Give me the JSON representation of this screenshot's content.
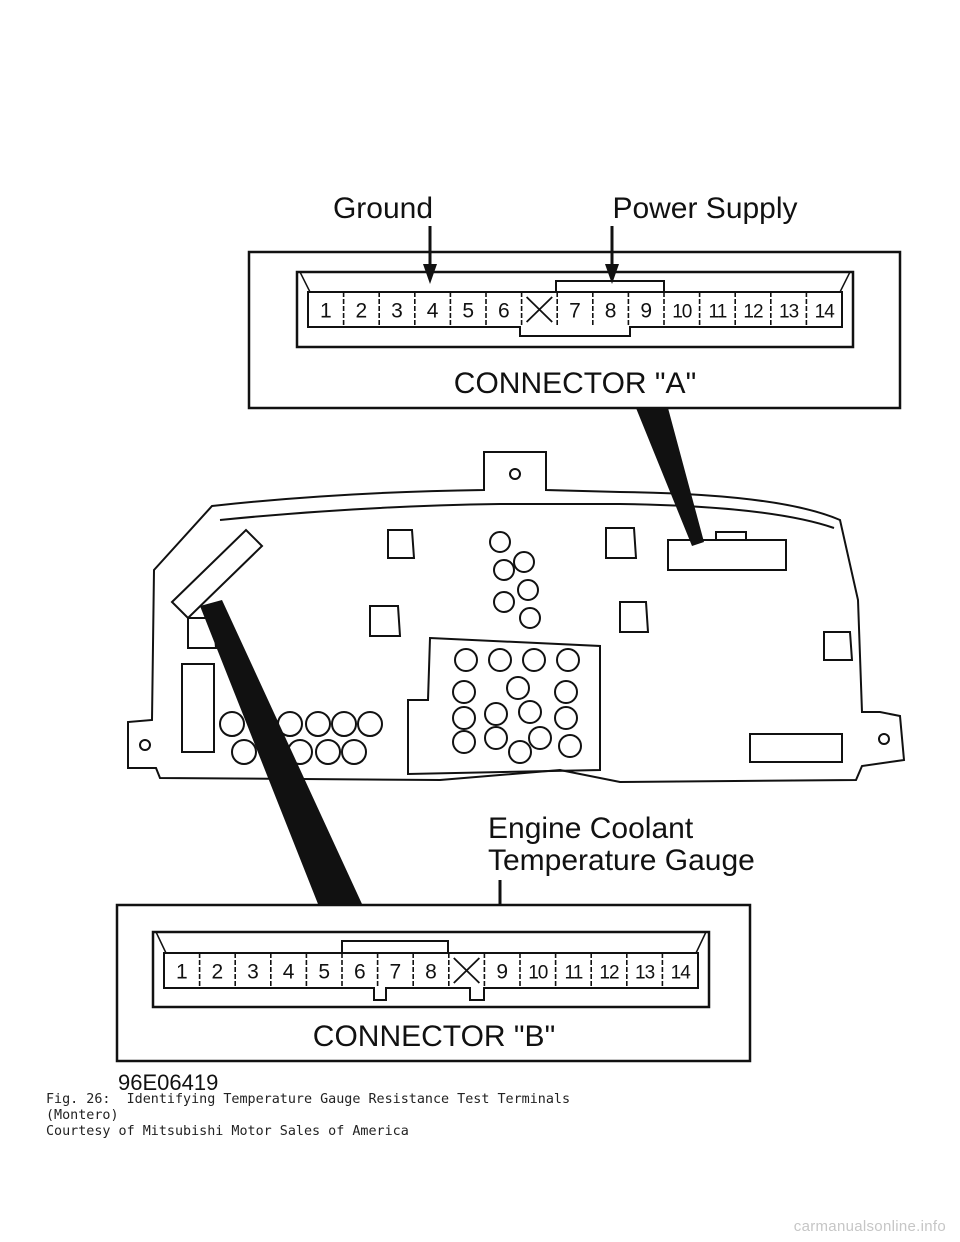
{
  "labels": {
    "ground": "Ground",
    "power_supply": "Power Supply",
    "ect_gauge_line1": "Engine Coolant",
    "ect_gauge_line2": "Temperature Gauge",
    "figure_code": "96E06419"
  },
  "connector_a": {
    "title": "CONNECTOR \"A\"",
    "pins": [
      "1",
      "2",
      "3",
      "4",
      "5",
      "6",
      "X",
      "7",
      "8",
      "9",
      "10",
      "11",
      "12",
      "13",
      "14"
    ]
  },
  "connector_b": {
    "title": "CONNECTOR \"B\"",
    "pins": [
      "1",
      "2",
      "3",
      "4",
      "5",
      "6",
      "7",
      "8",
      "X",
      "9",
      "10",
      "11",
      "12",
      "13",
      "14"
    ]
  },
  "caption": {
    "line1": "Fig. 26:  Identifying Temperature Gauge Resistance Test Terminals",
    "line2": "(Montero)",
    "line3": "Courtesy of Mitsubishi Motor Sales of America"
  },
  "watermark": "carmanualsonline.info"
}
